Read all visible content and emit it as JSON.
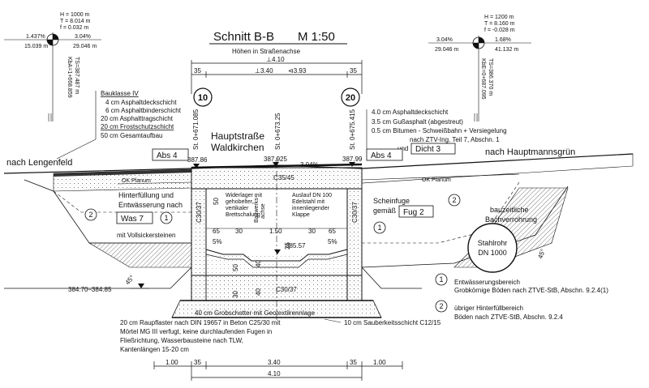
{
  "title": {
    "section": "Schnitt B-B",
    "scale": "M 1:50",
    "heights_note": "Höhen in Straßenachse"
  },
  "top_dims": {
    "total": "4.10",
    "wall_left": "35",
    "wall_right": "35",
    "inner_left": "⊥3.40",
    "inner_right": "⊲3.93",
    "total_marker": "⊥4.10"
  },
  "stations": [
    {
      "number": "10",
      "station": "St. 0+671.085"
    },
    {
      "number": "20",
      "station": "St. 0+675.415"
    }
  ],
  "axis_station": "St. 0+673.25",
  "road_name": {
    "line1": "Hauptstraße",
    "line2": "Waldkirchen"
  },
  "left_curve": {
    "H": "H  =  1000 m",
    "T": "T  =  8.014 m",
    "f": "f   =  0.032 m",
    "slope": "1.437%",
    "station_a": "15.039 m",
    "station_b": "29.046 m",
    "slope_b": "3.04%",
    "vertical_label": "KbA=1+668.859",
    "vertical_label2": "TS=387.487 m"
  },
  "right_curve": {
    "H": "H  =  1200 m",
    "T": "T  =  8.160 m",
    "f": "f   =  -0.028 m",
    "slope_a": "3.04%",
    "slope_b": "1.68%",
    "station_a": "29.046 m",
    "station_b": "41.132 m",
    "vertical_label": "KbE=0+687.095",
    "vertical_label2": "TS=386.370 m"
  },
  "bauklasse": {
    "heading": "Bauklasse IV",
    "layers": [
      "4 cm Asphaltdeckschicht",
      "6 cm Asphaltbinderschicht",
      "20 cm Asphalttragschicht",
      "20 cm Frostschutzschicht",
      "50 cm Gesamtaufbau"
    ]
  },
  "bridge_layers": [
    "4.0 cm Asphaltdeckschicht",
    "3.5 cm Gußasphalt (abgestreut)",
    "0.5 cm Bitumen - Schweißbahn + Versiegelung",
    "nach ZTV-Ing. Teil 7, Abschn. 1",
    "und"
  ],
  "tags": {
    "abs4_left": "Abs 4",
    "abs4_right": "Abs 4",
    "dicht": "Dicht 3",
    "was": "Was 7",
    "fug": "Fug 2"
  },
  "directions": {
    "left": "nach Lengenfeld",
    "right": "nach Hauptmannsgrün"
  },
  "levels": {
    "left": "387.86",
    "center": "387.925",
    "right": "387.99",
    "inner": "385.57",
    "bottom": "384.70–384.85",
    "slope": "3.04%"
  },
  "concrete": {
    "deck": "C35/45",
    "wall_left": "C30/37",
    "wall_right": "C30/37",
    "base": "C30/37"
  },
  "planum": {
    "left": "OK Planum",
    "right": "OK Planum"
  },
  "notes": {
    "backfill": [
      "Hinterfüllung und",
      "Entwässerung nach"
    ],
    "seepage": "mit Vollsickersteinen",
    "formwork": [
      "Widerlager mit",
      "gehobelter,",
      "vertikaler",
      "Brettschalung"
    ],
    "axis": [
      "Bauwerks-",
      "achse"
    ],
    "outlet": [
      "Auslauf DN 100",
      "Edelstahl mit",
      "innenliegender",
      "Klappe"
    ],
    "joint": [
      "Scheinfuge",
      "gemäß"
    ],
    "existing_pipe": [
      "bauzeitliche",
      "Bachverrohrung"
    ],
    "pipe": [
      "Stahlrohr",
      "DN 1000"
    ],
    "gravel": "40 cm Grobschotter mit Geotextilrennlage",
    "blinding": "10 cm Sauberkeitsschicht C12/15",
    "paving": [
      "20 cm Raupflaster nach DIN 19657 in Beton C25/30 mit",
      "Mörtel MG III verfugt, keine durchlaufenden Fugen in",
      "Fließrichtung, Wasserbausteine nach TLW,",
      "Kantenlängen 15-20 cm"
    ]
  },
  "legend": [
    {
      "number": "1",
      "line1": "Entwässerungsbereich",
      "line2": "Grobkörnige Böden nach ZTVE-StB, Abschn. 9.2.4(1)"
    },
    {
      "number": "2",
      "line1": "übriger Hinterfüllbereich",
      "line2": "Böden nach ZTVE-StB, Abschn. 9.2.4"
    }
  ],
  "inner_dims": {
    "d50": "50",
    "d65a": "65",
    "d30a": "30",
    "d150": "1.50",
    "d30b": "30",
    "d65b": "65",
    "d5a": "5%",
    "d5b": "5%",
    "d25": "25",
    "d50b": "50",
    "d40": "40",
    "d30c": "30",
    "d40b": "40"
  },
  "bottom_dims": {
    "d100a": "1.00",
    "d35a": "35",
    "d340": "3.40",
    "d35b": "35",
    "d100b": "1.00",
    "d410": "4.10"
  },
  "slope_angle": "45°"
}
